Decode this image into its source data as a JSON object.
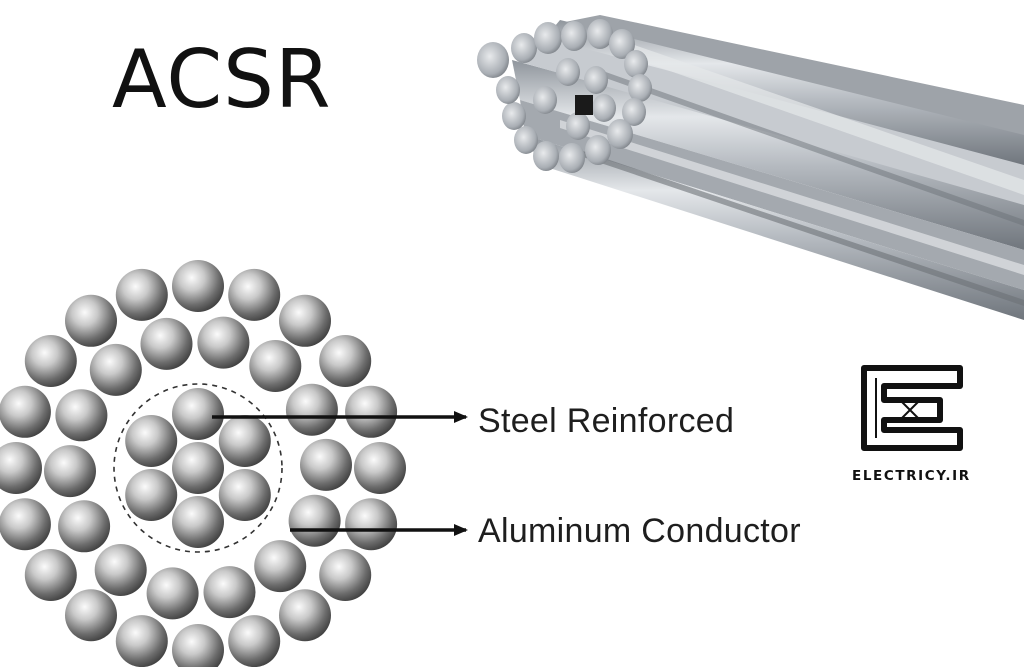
{
  "title": "ACSR",
  "labels": {
    "steel": "Steel Reinforced",
    "aluminum": "Aluminum Conductor"
  },
  "brand": {
    "text": "ELECTRICY.IR",
    "icon": "electricy-logo-icon"
  },
  "icons": {
    "cable": "stranded-cable-icon",
    "cross_section": "strand-cross-section-icon",
    "arrow": "arrow-right-icon"
  },
  "colors": {
    "text": "#1e1e1e",
    "strand_dark": "#5a5a5a",
    "strand_light": "#f2f2f2",
    "cable_metal": "#b7bcc3",
    "logo": "#111111"
  }
}
